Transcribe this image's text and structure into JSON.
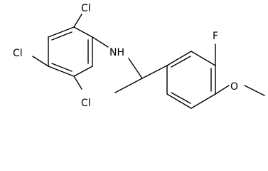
{
  "molecule": {
    "atoms": {
      "cl_top": "Cl",
      "cl_left": "Cl",
      "cl_bottom": "Cl",
      "nh": "NH",
      "f": "F",
      "o": "O"
    }
  },
  "colors": {
    "bond": "#000000",
    "label": "#000000",
    "background": "#ffffff"
  }
}
